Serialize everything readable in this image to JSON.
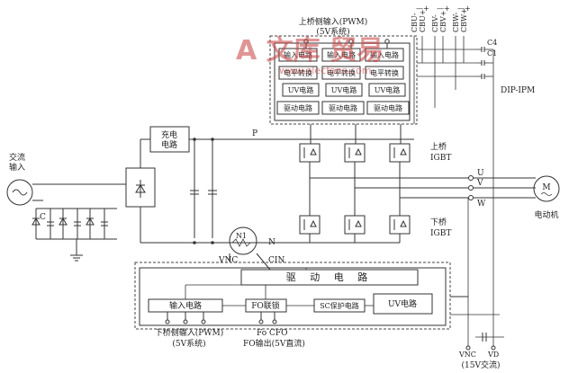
{
  "top": {
    "input_title": "上桥侧输入(PWM)",
    "input_subtitle": "(5V系统)",
    "input_circuits": [
      "输入电路",
      "输入电路",
      "输入电路"
    ],
    "level_shift": [
      "电平转换",
      "电平转换",
      "电平转换"
    ],
    "uv_circuits": [
      "UV电路",
      "UV电路",
      "UV电路"
    ],
    "drive_circuits": [
      "驱动电路",
      "驱动电路",
      "驱动电路"
    ],
    "cap_labels": [
      "CBU-",
      "CBU+",
      "CBV-",
      "CBV+",
      "CBW-",
      "CBW+"
    ],
    "c4_label": "C4",
    "c1_label": "C1",
    "module_label": "DIP-IPM"
  },
  "left": {
    "ac_input": "交流\n输入",
    "charge_circuit": "充电\n电路",
    "cap_c": "C",
    "p_label": "P",
    "n_label": "N",
    "n1_label": "N1",
    "vnc_label": "VNC",
    "cin_label": "CIN"
  },
  "right": {
    "upper_igbt": "上桥\nIGBT",
    "lower_igbt": "下桥\nIGBT",
    "phase_u": "U",
    "phase_v": "V",
    "phase_w": "W",
    "motor_symbol": "M",
    "motor_caption": "电动机"
  },
  "bottom": {
    "drive_circuit": "驱 动 电 路",
    "input_circuit": "输入电路",
    "fo_latch": "FO联锁",
    "sc_protect": "SC保护电路",
    "uv_circuit": "UV电路",
    "fo_pins": "Fo CFO",
    "fo_output": "FO输出(5V直流)",
    "lower_input": "下桥侧输入(PWM)",
    "lower_input_sub": "(5V系统)",
    "vnc_pin": "VNC",
    "vd_pin": "VD",
    "supply": "(15V交流)"
  },
  "watermark": {
    "text": "A 文库 贸易",
    "url": "www.elecfans.com"
  }
}
